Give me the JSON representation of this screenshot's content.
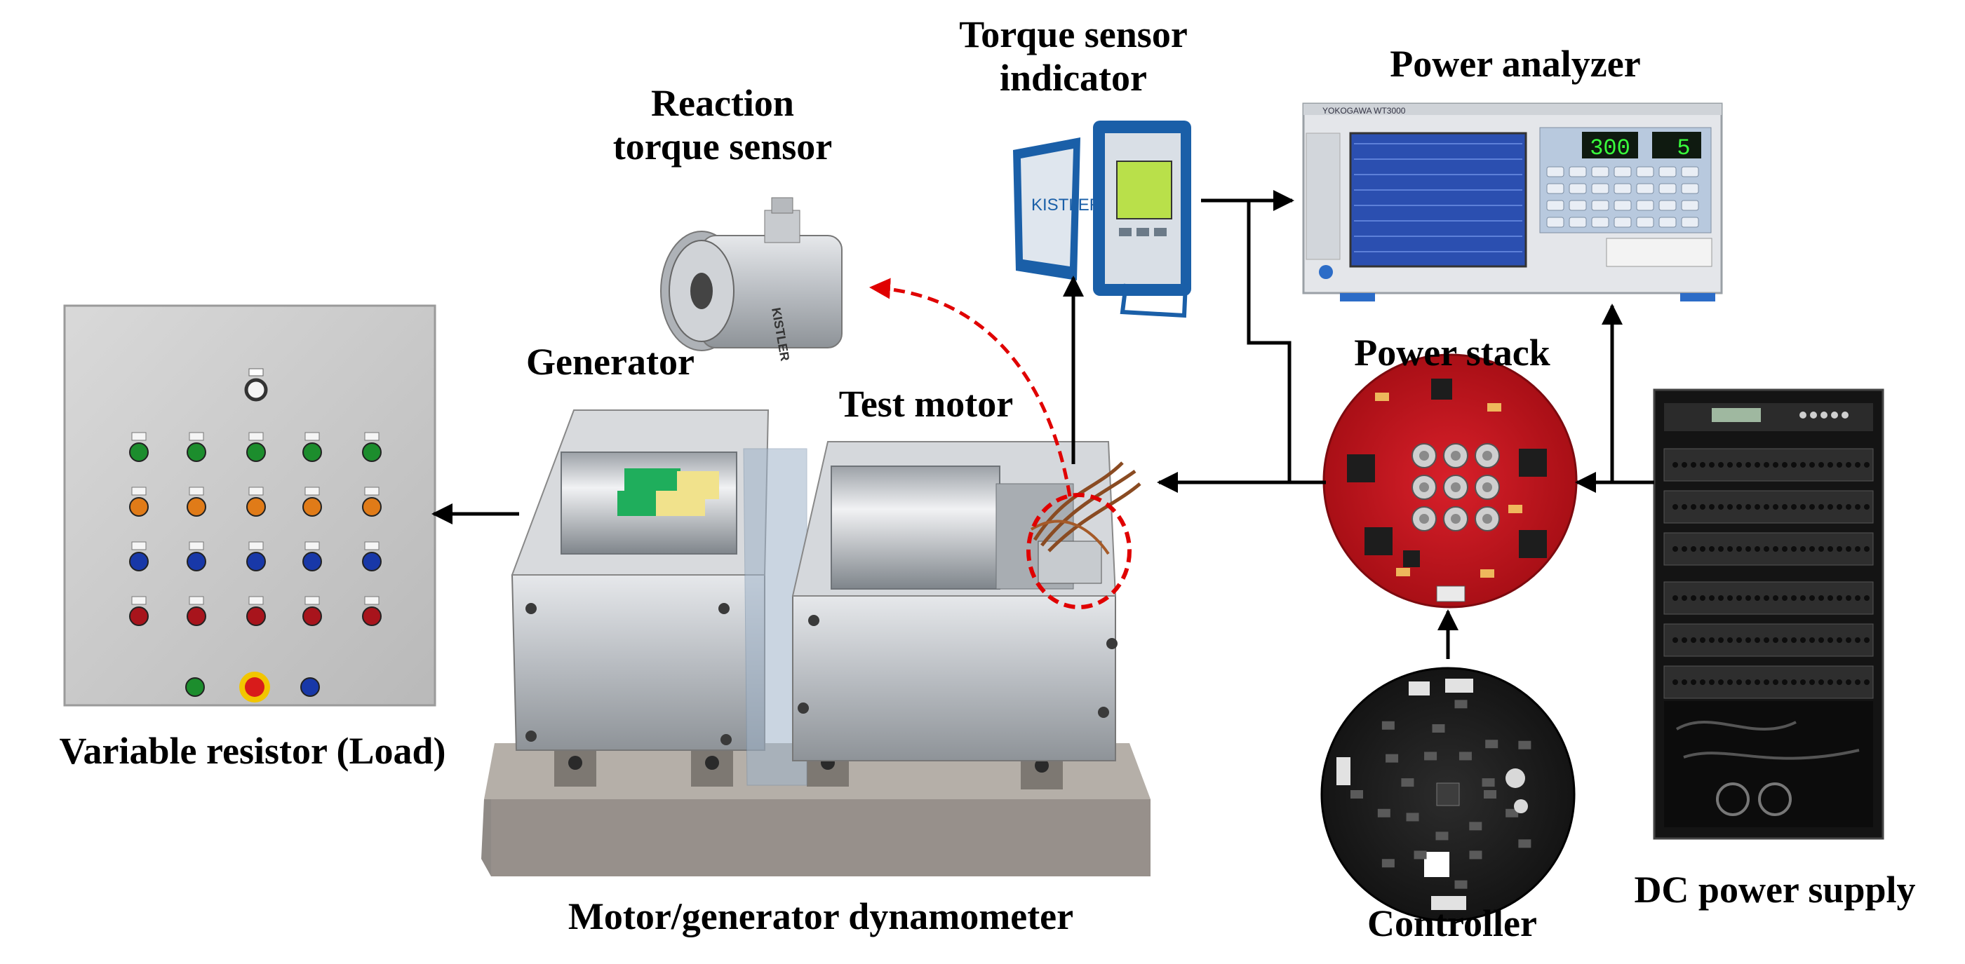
{
  "labels": {
    "reaction_torque_sensor": [
      "Reaction",
      "torque sensor"
    ],
    "torque_sensor_indicator": [
      "Torque sensor",
      "indicator"
    ],
    "power_analyzer": "Power analyzer",
    "generator": "Generator",
    "test_motor": "Test motor",
    "power_stack": "Power stack",
    "variable_resistor": "Variable resistor (Load)",
    "dynamometer": "Motor/generator dynamometer",
    "controller": "Controller",
    "dc_power_supply": "DC power supply"
  },
  "device_text": {
    "kistler": "KISTLER",
    "analyzer_brand": "YOKOGAWA  WT3000",
    "display_left": "300",
    "display_right": "5"
  },
  "colors": {
    "arrow": "#000000",
    "highlight": "#e00000",
    "pcb_red": "#c8141c",
    "pcb_black": "#1b1b1b",
    "indicator_blue": "#1a5fa8",
    "aluminum": "#c9ccd0"
  }
}
